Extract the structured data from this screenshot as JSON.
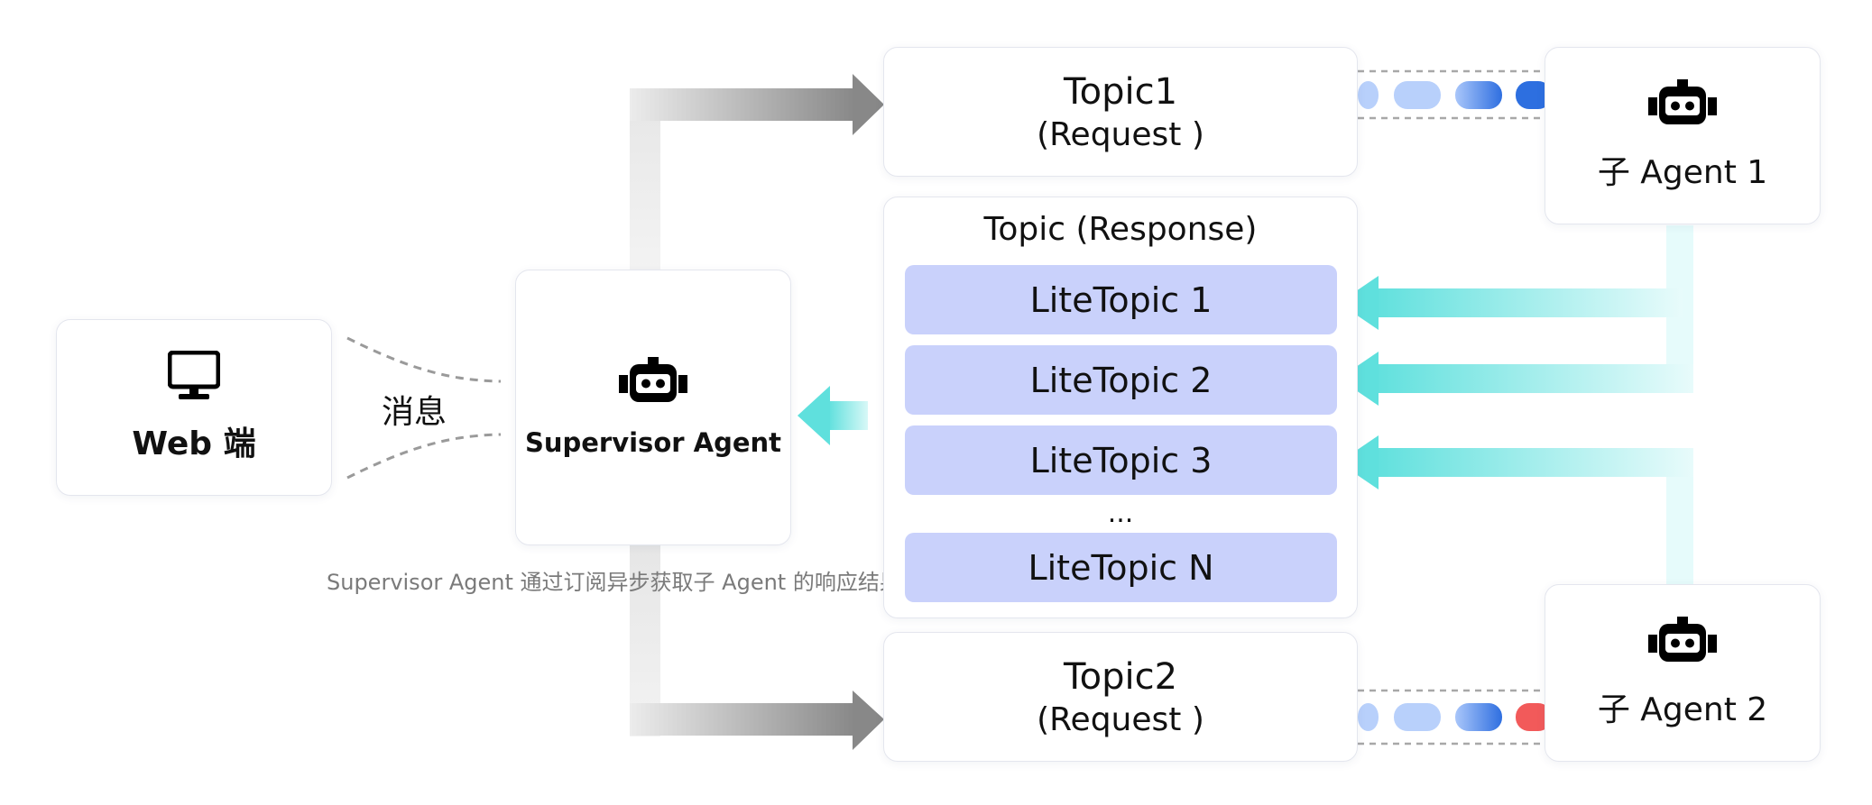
{
  "web": {
    "label": "Web 端"
  },
  "message_label": "消息",
  "supervisor": {
    "label": "Supervisor Agent"
  },
  "caption": "Supervisor Agent 通过订阅异步获取子 Agent 的响应结果",
  "topic1": {
    "line1": "Topic1",
    "line2": "(Request )"
  },
  "topic2": {
    "line1": "Topic2",
    "line2": "(Request )"
  },
  "response": {
    "title": "Topic (Response)",
    "items": [
      "LiteTopic 1",
      "LiteTopic 2",
      "LiteTopic 3",
      "LiteTopic N"
    ],
    "ellipsis": "..."
  },
  "agent1": {
    "label": "子 Agent 1"
  },
  "agent2": {
    "label": "子 Agent 2"
  },
  "colors": {
    "lite_fill": "#c9d1fb",
    "cyan": "#5ee2de",
    "blue": "#2d6fe0",
    "red": "#f25a5a",
    "light_blue": "#b8d0fb",
    "gray_arrow": "#8c8c8c"
  }
}
